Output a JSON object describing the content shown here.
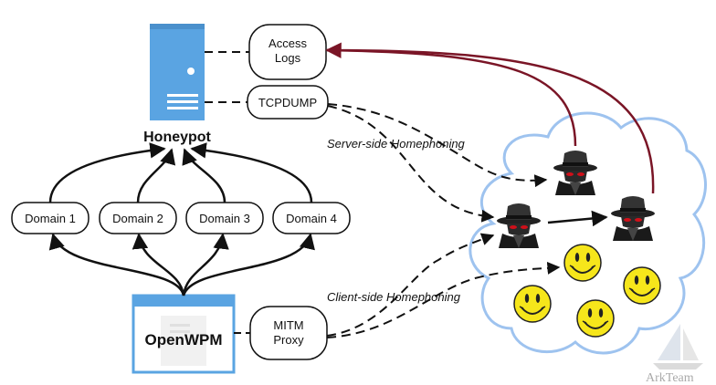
{
  "honeypot": {
    "label": "Honeypot",
    "icon": "server-icon",
    "color": "#5aa4e2"
  },
  "access_logs": {
    "line1": "Access",
    "line2": "Logs"
  },
  "tcpdump": {
    "label": "TCPDUMP"
  },
  "domains": [
    "Domain 1",
    "Domain 2",
    "Domain 3",
    "Domain 4"
  ],
  "openwpm": {
    "label": "OpenWPM",
    "icon": "browser-window-icon",
    "color": "#5aa4e2"
  },
  "mitm_proxy": {
    "line1": "MITM",
    "line2": "Proxy"
  },
  "edge_labels": {
    "server_side": "Server-side Homephoning",
    "client_side": "Client-side Homephoning"
  },
  "cloud": {
    "icon": "cloud-icon",
    "border_color": "#9ec3ef"
  },
  "actors": {
    "attacker_icon": "spy-hacker-icon",
    "benign_icon": "smiley-face-icon",
    "attacker_count": 3,
    "benign_count": 4
  },
  "arrow_colors": {
    "default": "#111111",
    "feedback": "#7a1526"
  },
  "watermark": {
    "text": "ArkTeam",
    "icon": "sailboat-icon"
  }
}
